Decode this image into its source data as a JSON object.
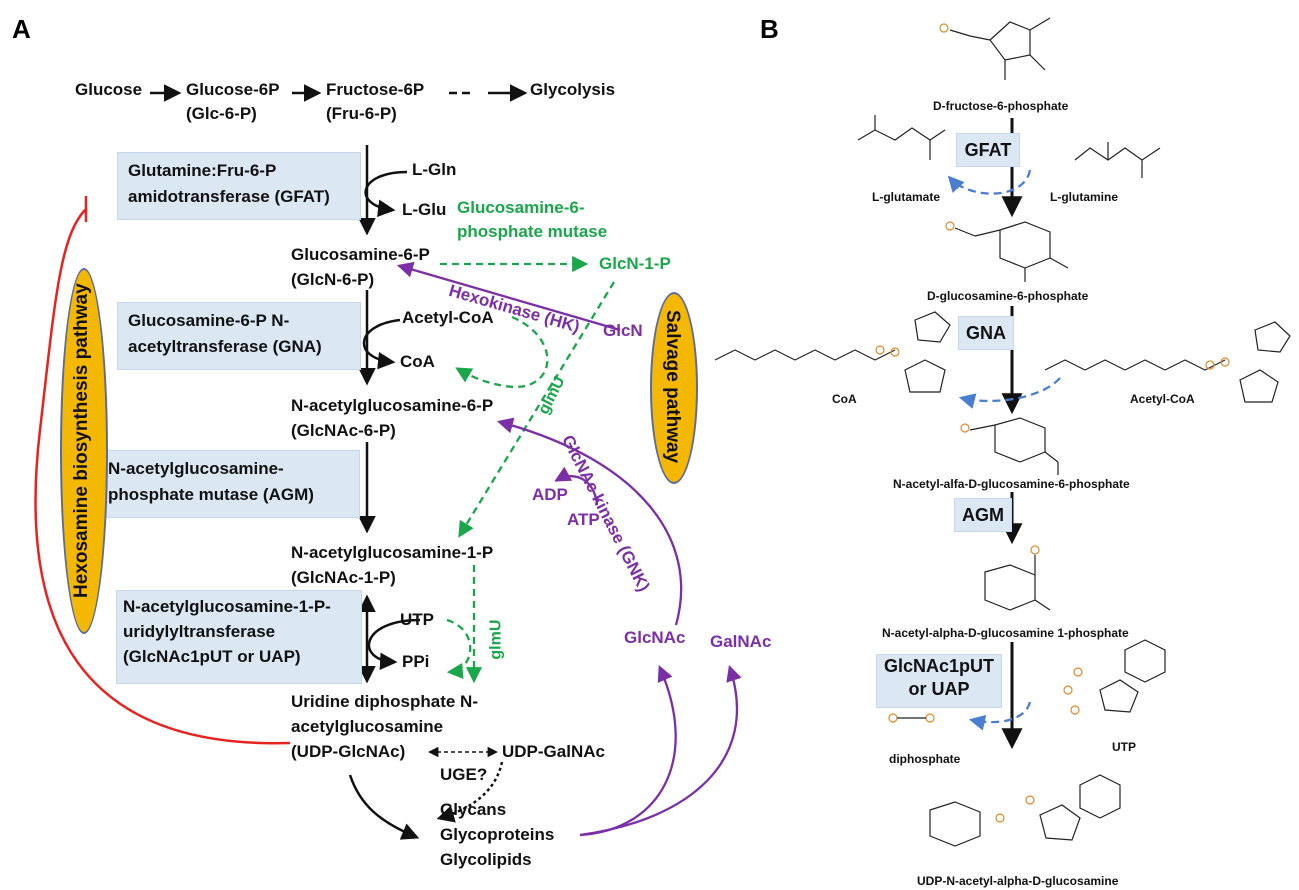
{
  "panel_a": {
    "label": "A",
    "top_row": {
      "glucose": "Glucose",
      "glc6p": "Glucose-6P",
      "glc6p_abbr": "(Glc-6-P)",
      "fru6p": "Fructose-6P",
      "fru6p_abbr": "(Fru-6-P)",
      "glycolysis": "Glycolysis"
    },
    "enzymes": {
      "gfat_l1": "Glutamine:Fru-6-P",
      "gfat_l2": "amidotransferase (GFAT)",
      "gna_l1": "Glucosamine-6-P N-",
      "gna_l2": "acetyltransferase (GNA)",
      "agm_l1": "N-acetylglucosamine-",
      "agm_l2": "phosphate mutase (AGM)",
      "uap_l1": "N-acetylglucosamine-1-P-",
      "uap_l2": "uridylyltransferase",
      "uap_l3": "(GlcNAc1pUT or UAP)"
    },
    "cofactors": {
      "lgln": "L-Gln",
      "lglu": "L-Glu",
      "acetylcoa": "Acetyl-CoA",
      "coa": "CoA",
      "utp": "UTP",
      "ppi": "PPi"
    },
    "metabolites": {
      "glcn6p": "Glucosamine-6-P",
      "glcn6p_abbr": "(GlcN-6-P)",
      "glcnac6p": "N-acetylglucosamine-6-P",
      "glcnac6p_abbr": "(GlcNAc-6-P)",
      "glcnac1p": "N-acetylglucosamine-1-P",
      "glcnac1p_abbr": "(GlcNAc-1-P)",
      "udp_l1": "Uridine diphosphate N-",
      "udp_l2": "acetylglucosamine",
      "udp_l3": "(UDP-GlcNAc)",
      "udpgalnac": "UDP-GalNAc",
      "uge": "UGE?",
      "glycans": "Glycans",
      "glycoproteins": "Glycoproteins",
      "glycolipids": "Glycolipids"
    },
    "green": {
      "mutase_l1": "Glucosamine-6-",
      "mutase_l2": "phosphate mutase",
      "glcn1p": "GlcN-1-P",
      "glmu1": "glmU",
      "glmu2": "glmU"
    },
    "purple": {
      "hk": "Hexokinase (HK)",
      "glcn": "GlcN",
      "gnk": "GlcNAc kinase (GNK)",
      "adp": "ADP",
      "atp": "ATP",
      "glcnac": "GlcNAc",
      "galnac": "GalNAc"
    },
    "ellipses": {
      "hexosamine": "Hexosamine biosynthesis pathway",
      "salvage": "Salvage pathway"
    },
    "colors": {
      "green": "#1aa64a",
      "purple": "#7b2fa6",
      "red": "#e8231f",
      "ellipse": "#f5b800",
      "enzyme_box": "#dbe8f4"
    }
  },
  "panel_b": {
    "label": "B",
    "labels": {
      "fru6p": "D-fructose-6-phosphate",
      "lglutamate": "L-glutamate",
      "lglutamine": "L-glutamine",
      "glcn6p": "D-glucosamine-6-phosphate",
      "coa": "CoA",
      "acetylcoa": "Acetyl-CoA",
      "glcnac6p": "N-acetyl-alfa-D-glucosamine-6-phosphate",
      "glcnac1p": "N-acetyl-alpha-D-glucosamine 1-phosphate",
      "diphosphate": "diphosphate",
      "utp": "UTP",
      "udpglcnac": "UDP-N-acetyl-alpha-D-glucosamine"
    },
    "enzymes": {
      "gfat": "GFAT",
      "gna": "GNA",
      "agm": "AGM",
      "uap_l1": "GlcNAc1pUT",
      "uap_l2": "or UAP"
    },
    "colors": {
      "arrow_blue": "#4a7fd0",
      "oxygen": "#e0201c",
      "nitrogen": "#2a3fb0",
      "phosphorus": "#e08a2a"
    }
  }
}
